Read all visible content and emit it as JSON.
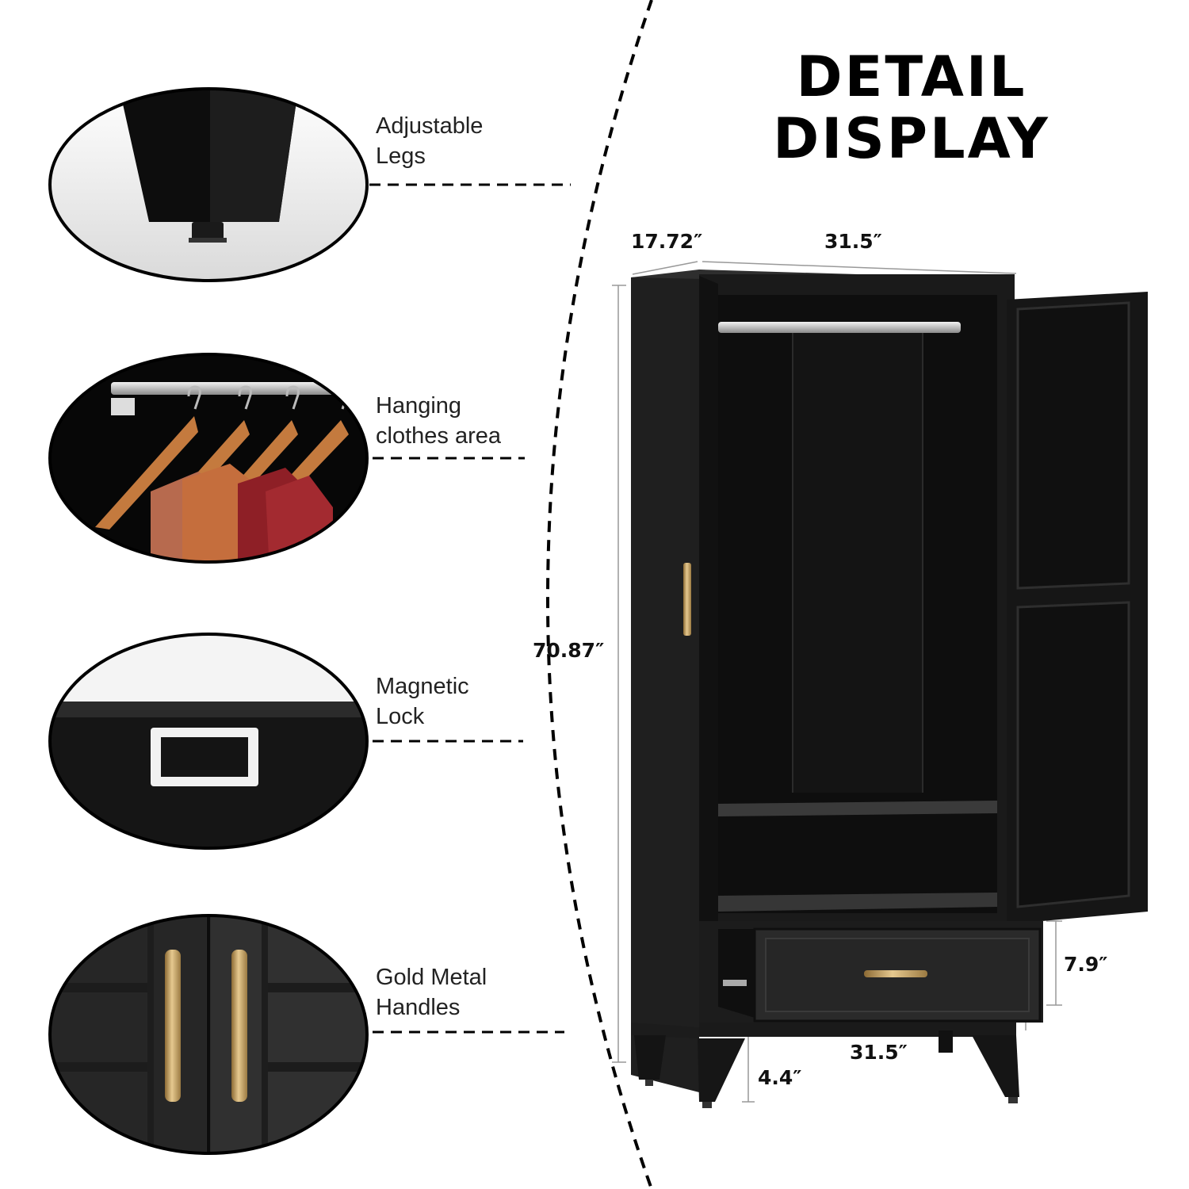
{
  "title": {
    "line1": "DETAIL",
    "line2": "DISPLAY"
  },
  "features": [
    {
      "line1": "Adjustable",
      "line2": "Legs",
      "icon": "adjustable-leg-icon"
    },
    {
      "line1": "Hanging",
      "line2": "clothes area",
      "icon": "hanging-clothes-icon"
    },
    {
      "line1": "Magnetic",
      "line2": "Lock",
      "icon": "magnetic-lock-icon"
    },
    {
      "line1": "Gold Metal",
      "line2": "Handles",
      "icon": "gold-handles-icon"
    }
  ],
  "dimensions": {
    "depth": "17.72″",
    "width_top": "31.5″",
    "height": "70.87″",
    "drawer_height": "7.9″",
    "leg_height": "4.4″",
    "width_bottom": "31.5″"
  },
  "colors": {
    "cabinet": "#141414",
    "cabinet_edge": "#2a2a2a",
    "gold": "#c9a465",
    "dash": "#000000"
  }
}
